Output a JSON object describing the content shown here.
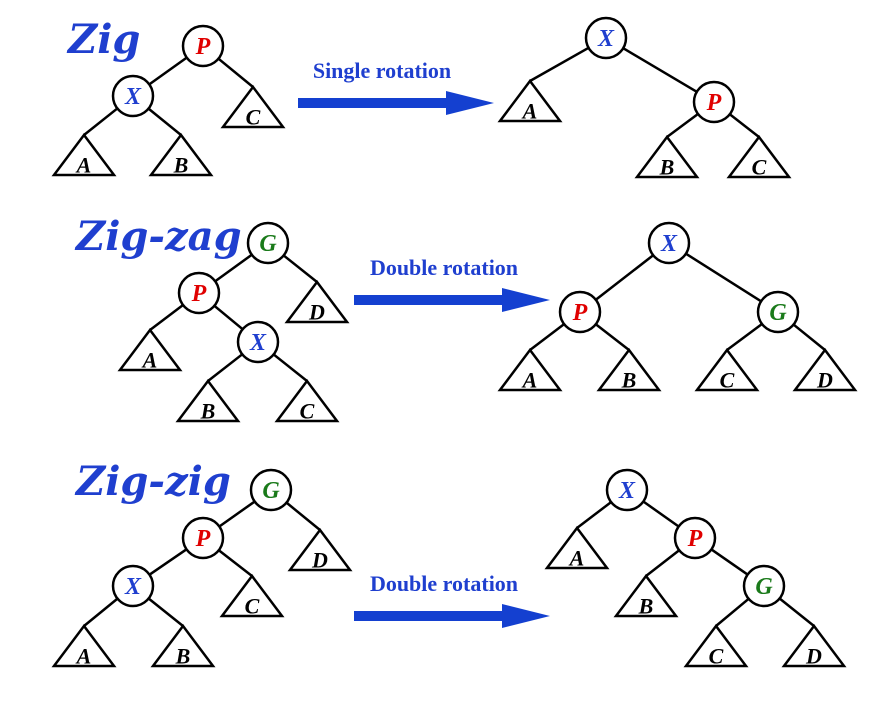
{
  "colors": {
    "title": "#1f3fcf",
    "arrow": "#1440d0",
    "X": "#1f3fcf",
    "P": "#e00000",
    "G": "#1a7a1a"
  },
  "cases": [
    {
      "title": "Zig",
      "arrow_label": "Single rotation",
      "before": {
        "nodes": [
          {
            "id": "P",
            "label": "P"
          },
          {
            "id": "X",
            "label": "X"
          }
        ],
        "subtrees": [
          "A",
          "B",
          "C"
        ]
      },
      "after": {
        "nodes": [
          {
            "id": "X",
            "label": "X"
          },
          {
            "id": "P",
            "label": "P"
          }
        ],
        "subtrees": [
          "A",
          "B",
          "C"
        ]
      }
    },
    {
      "title": "Zig-zag",
      "arrow_label": "Double rotation",
      "before": {
        "nodes": [
          {
            "id": "G",
            "label": "G"
          },
          {
            "id": "P",
            "label": "P"
          },
          {
            "id": "X",
            "label": "X"
          }
        ],
        "subtrees": [
          "D",
          "A",
          "B",
          "C"
        ]
      },
      "after": {
        "nodes": [
          {
            "id": "X",
            "label": "X"
          },
          {
            "id": "P",
            "label": "P"
          },
          {
            "id": "G",
            "label": "G"
          }
        ],
        "subtrees": [
          "A",
          "B",
          "C",
          "D"
        ]
      }
    },
    {
      "title": "Zig-zig",
      "arrow_label": "Double rotation",
      "before": {
        "nodes": [
          {
            "id": "G",
            "label": "G"
          },
          {
            "id": "P",
            "label": "P"
          },
          {
            "id": "X",
            "label": "X"
          }
        ],
        "subtrees": [
          "D",
          "C",
          "A",
          "B"
        ]
      },
      "after": {
        "nodes": [
          {
            "id": "X",
            "label": "X"
          },
          {
            "id": "P",
            "label": "P"
          },
          {
            "id": "G",
            "label": "G"
          }
        ],
        "subtrees": [
          "A",
          "B",
          "C",
          "D"
        ]
      }
    }
  ]
}
